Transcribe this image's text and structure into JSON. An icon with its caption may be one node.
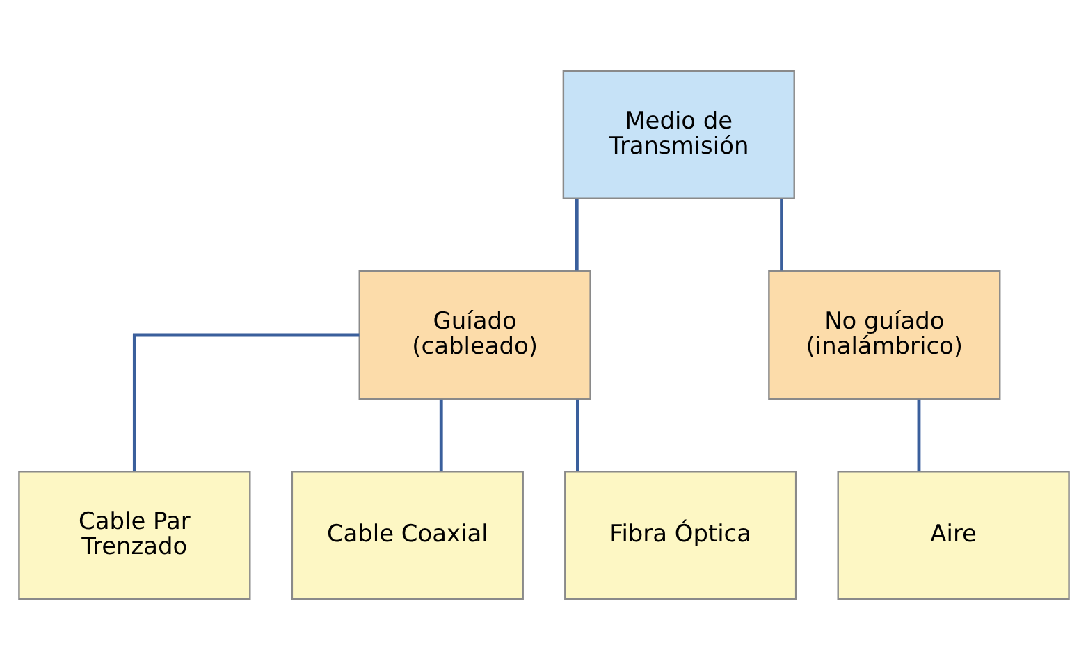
{
  "diagram": {
    "nodes": [
      {
        "text": [
          "Medio de Transmisión"
        ]
      },
      {
        "text": [
          "Guíado (cableado)"
        ]
      },
      {
        "text": [
          "No guíado (inalámbrico)"
        ]
      },
      {
        "text": [
          "Cable Par Trenzado"
        ]
      },
      {
        "text": [
          "Cable Coaxial"
        ]
      },
      {
        "text": [
          "Fibra Óptica"
        ]
      },
      {
        "text": [
          "Aire"
        ]
      }
    ],
    "edges": [
      {
        "from": 0,
        "to": 1,
        "arrow": "none"
      },
      {
        "from": 0,
        "to": 2,
        "arrow": "none"
      },
      {
        "from": 1,
        "to": 3,
        "arrow": "none"
      },
      {
        "from": 1,
        "to": 4,
        "arrow": "none"
      },
      {
        "from": 1,
        "to": 5,
        "arrow": "none"
      },
      {
        "from": 2,
        "to": 6,
        "arrow": "none"
      }
    ]
  }
}
